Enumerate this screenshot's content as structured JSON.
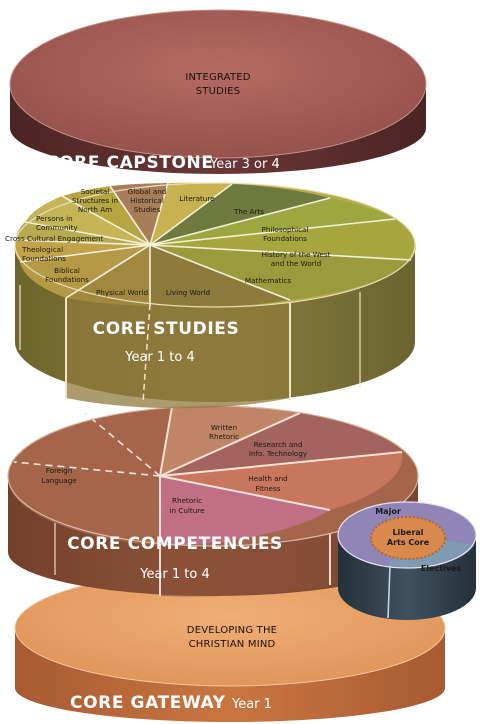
{
  "capstone": {
    "top_label_1": "INTEGRATED",
    "top_label_2": "STUDIES",
    "title": "CORE CAPSTONE",
    "years": "Year 3 or 4"
  },
  "studies": {
    "title": "CORE STUDIES",
    "years": "Year 1 to 4",
    "segments": {
      "societal_1": "Societal",
      "societal_2": "Structures in",
      "societal_3": "North Am",
      "global_1": "Global and",
      "global_2": "Historical",
      "global_3": "Studies",
      "literature": "Literature",
      "arts": "The Arts",
      "philosophical_1": "Philosophical",
      "philosophical_2": "Foundations",
      "history_1": "History of the West",
      "history_2": "and the World",
      "mathematics": "Mathematics",
      "persons_1": "Persons in",
      "persons_2": "Community",
      "cross_cultural": "Cross Cultural Engagement",
      "theological_1": "Theological",
      "theological_2": "Foundations",
      "biblical_1": "Biblical",
      "biblical_2": "Foundations",
      "physical": "Physical World",
      "living": "Living World"
    }
  },
  "competencies": {
    "title": "CORE COMPETENCIES",
    "years": "Year 1 to 4",
    "segments": {
      "written_1": "Written",
      "written_2": "Rhetoric",
      "research_1": "Research and",
      "research_2": "Info. Technology",
      "health_1": "Health and",
      "health_2": "Fitness",
      "rhetoric_culture_1": "Rhetoric",
      "rhetoric_culture_2": "in Culture",
      "foreign_1": "Foreign",
      "foreign_2": "Language"
    }
  },
  "gateway": {
    "top_label_1": "DEVELOPING THE",
    "top_label_2": "CHRISTIAN MIND",
    "title": "CORE GATEWAY",
    "years": "Year 1"
  },
  "legend": {
    "major": "Major",
    "core_1": "Liberal",
    "core_2": "Arts Core",
    "electives": "Electives"
  },
  "colors": {
    "capstone_top": "#a8605a",
    "capstone_side": "#5b2f2c",
    "studies_top": "#b6ac4a",
    "studies_side": "#7b6f34",
    "competencies_top": "#a4654a",
    "competencies_side": "#7a4530",
    "gateway_top": "#e8a268",
    "gateway_side": "#b9683b",
    "legend_side": "#2f3e4a",
    "legend_major": "#8f86b7",
    "legend_electives": "#7f9ab3"
  }
}
